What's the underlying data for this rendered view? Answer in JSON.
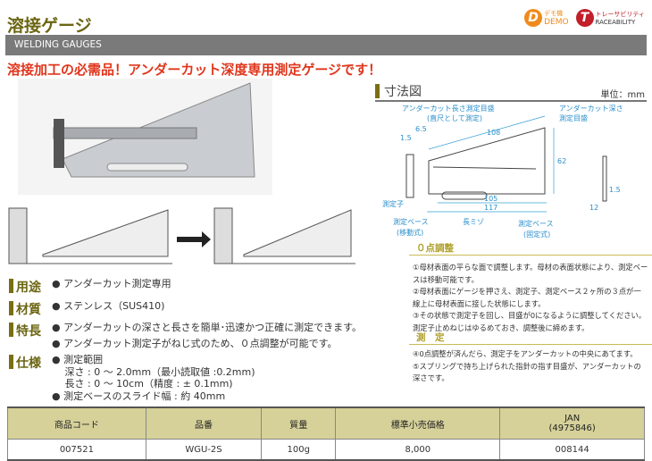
{
  "header": {
    "title": "溶接ゲージ",
    "subtitle": "WELDING GAUGES",
    "headline": "溶接加工の必需品！アンダーカット深度専用測定ゲージです！",
    "logos": {
      "demo_text": "デモ機",
      "demo_label": "DEMO",
      "trace_text": "トレーサビリティ",
      "trace_label": "RACEABILITY"
    }
  },
  "specs": [
    {
      "label": "用途",
      "lines": [
        "● アンダーカット測定専用"
      ]
    },
    {
      "label": "材質",
      "lines": [
        "● ステンレス（SUS410)"
      ]
    },
    {
      "label": "特長",
      "lines": [
        "● アンダーカットの深さと長さを簡単･迅速かつ正確に測定できます。",
        "● アンダーカット測定子がねじ式のため、０点調整が可能です。"
      ]
    },
    {
      "label": "仕様",
      "lines": [
        "● 測定範囲",
        "　 深さ : 0 ～ 2.0mm（最小読取値 :0.2mm)",
        "　 長さ : 0 ～ 10cm（精度 : ± 0.1mm)",
        "● 測定ベースのスライド幅 : 約 40mm"
      ]
    }
  ],
  "dimensions": {
    "title": "寸法図",
    "unit": "単位：mm",
    "labels": {
      "length_scale": "アンダーカット長さ測定目盛",
      "length_scale_note": "(直尺として測定)",
      "depth_scale": "アンダーカット深さ",
      "depth_scale2": "測定目盛",
      "probe": "測定子",
      "base_moving": "測定ベース",
      "base_moving_note": "(移動式)",
      "slot": "長ミゾ",
      "base_fixed": "測定ベース",
      "base_fixed_note": "(固定式)"
    },
    "values": {
      "d65": "6.5",
      "d15": "1.5",
      "d108": "108",
      "d62": "62",
      "d105": "105",
      "d117": "117",
      "d15b": "1.5",
      "d12": "12"
    }
  },
  "zero_adjust": {
    "title": "０点調整",
    "items": [
      "①母材表面の平らな面で調整します。母材の表面状態により、測定ベースは移動可能です。",
      "②母材表面にゲージを押さえ、測定子、測定ベース２ヶ所の３点が一線上に母材表面に接した状態にします。",
      "③その状態で測定子を回し、目盛が0になるように調整してください。測定子止めねじはゆるめておき、調整後に締めます。"
    ]
  },
  "measure": {
    "title": "測　定",
    "items": [
      "④0点調整が済んだら、測定子をアンダーカットの中央にあてます。",
      "⑤スプリングで持ち上げられた指針の指す目盛が、アンダーカットの深さです。"
    ]
  },
  "table": {
    "headers": [
      "商品コード",
      "品番",
      "質量",
      "標準小売価格",
      "JAN",
      "(4975846)"
    ],
    "row": [
      "007521",
      "WGU-2S",
      "100g",
      "8,000",
      "008144"
    ]
  }
}
